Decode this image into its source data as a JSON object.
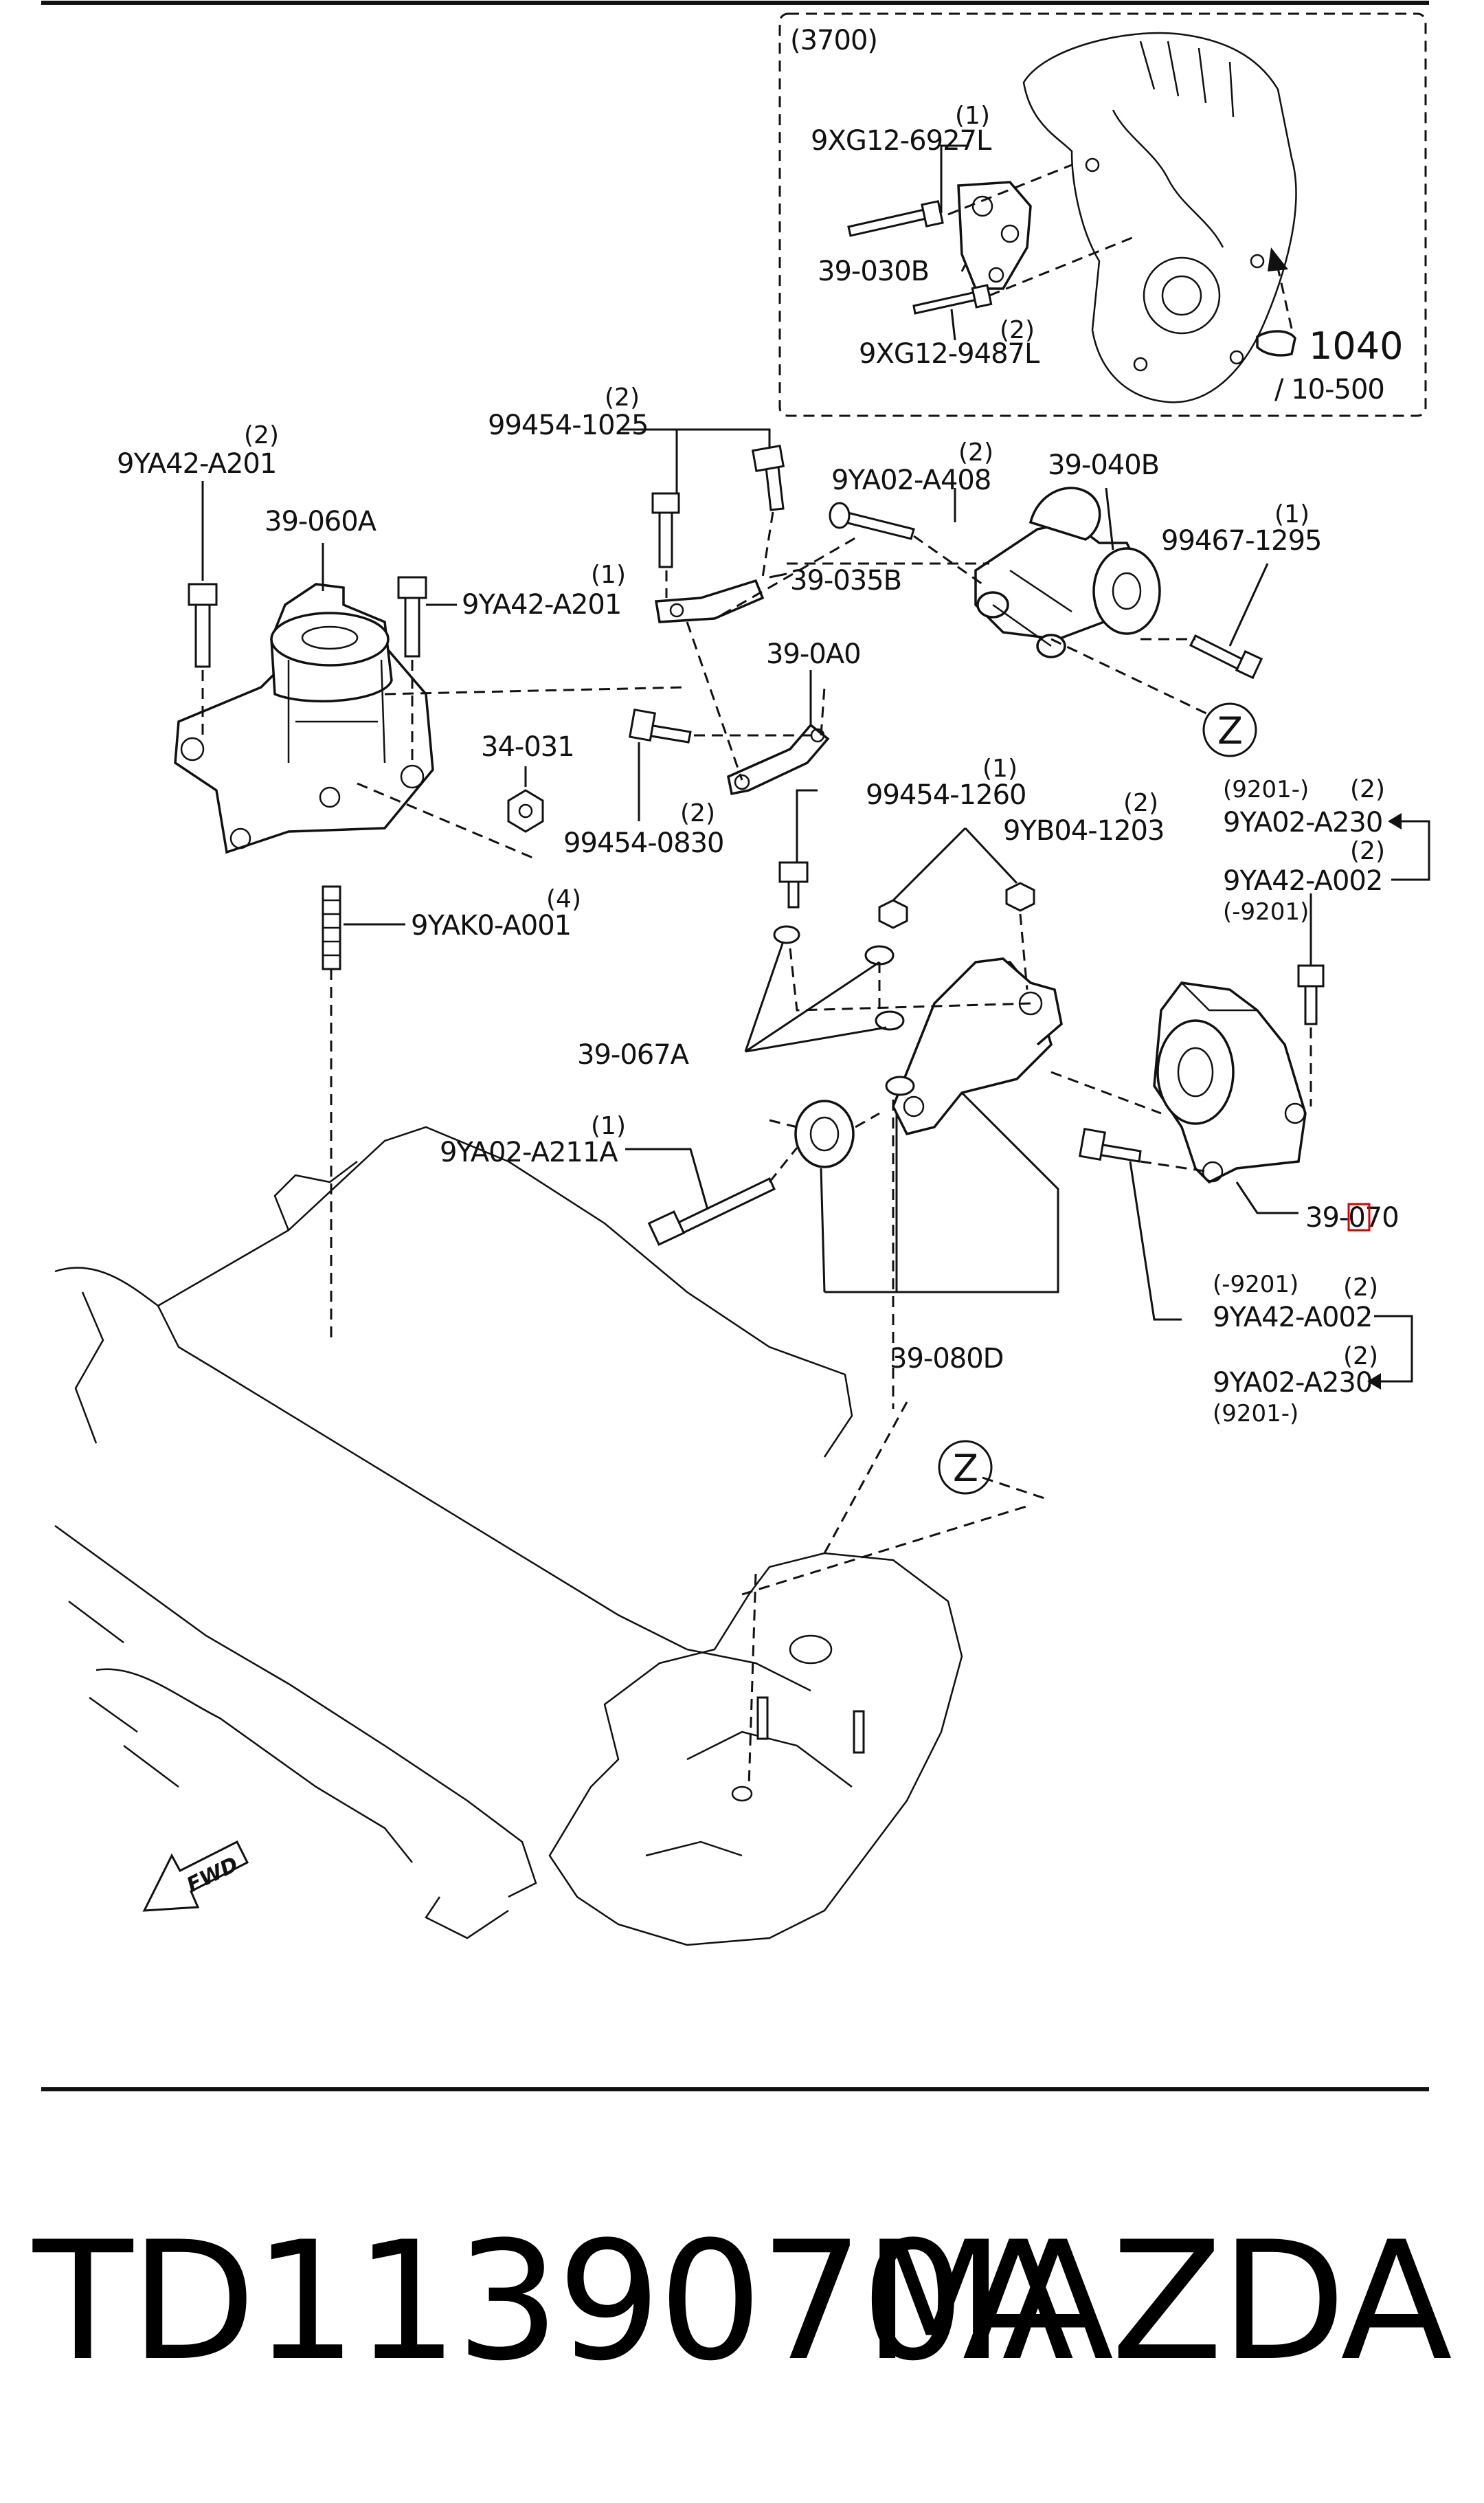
{
  "detail_box": {
    "title": "(3700)"
  },
  "callouts": [
    {
      "id": "c1",
      "qty": "(1)",
      "part": "9XG12-6927L"
    },
    {
      "id": "c2",
      "qty": "",
      "part": "39-030B"
    },
    {
      "id": "c3",
      "qty": "(2)",
      "part": "9XG12-9487L"
    },
    {
      "id": "c4",
      "qty": "(2)",
      "part": "99454-1025"
    },
    {
      "id": "c5",
      "qty": "(2)",
      "part": "9YA42-A201"
    },
    {
      "id": "c6",
      "qty": "",
      "part": "39-060A"
    },
    {
      "id": "c7",
      "qty": "(1)",
      "part": "9YA42-A201"
    },
    {
      "id": "c8",
      "qty": "",
      "part": "39-035B"
    },
    {
      "id": "c9",
      "qty": "",
      "part": "39-0A0"
    },
    {
      "id": "c10",
      "qty": "",
      "part": "34-031"
    },
    {
      "id": "c11",
      "qty": "(2)",
      "part": "99454-0830"
    },
    {
      "id": "c12",
      "qty": "(4)",
      "part": "9YAK0-A001"
    },
    {
      "id": "c13",
      "qty": "(2)",
      "part": "9YA02-A408"
    },
    {
      "id": "c14",
      "qty": "",
      "part": "39-040B"
    },
    {
      "id": "c15",
      "qty": "(1)",
      "part": "99467-1295"
    },
    {
      "id": "c16",
      "qty": "(1)",
      "part": "99454-1260"
    },
    {
      "id": "c17",
      "qty": "(2)",
      "part": "9YB04-1203"
    },
    {
      "id": "c18",
      "qty": "",
      "part": "39-067A"
    },
    {
      "id": "c19",
      "qty": "(1)",
      "part": "9YA02-A211A"
    },
    {
      "id": "c20",
      "qty": "",
      "part": "39-080D"
    },
    {
      "id": "c21",
      "qty": "",
      "part": "39-070"
    },
    {
      "id": "c22",
      "qty": "(2)",
      "part": "9YA02-A230",
      "note": "(9201-)"
    },
    {
      "id": "c23",
      "qty": "(2)",
      "part": "9YA42-A002",
      "note": "(-9201)"
    },
    {
      "id": "c24",
      "qty": "(2)",
      "part": "9YA42-A002",
      "note": "(-9201)"
    },
    {
      "id": "c25",
      "qty": "(2)",
      "part": "9YA02-A230",
      "note": "(9201-)"
    }
  ],
  "reference": {
    "number": "1040",
    "page": "/ 10-500"
  },
  "connector_marks": [
    "Z",
    "Z"
  ],
  "fwd_arrow": {
    "label": "FWD"
  },
  "caption": {
    "part_number": "TD1139070A",
    "brand": "MAZDA"
  },
  "colors": {
    "highlight": "#e00000",
    "ink": "#111111"
  }
}
